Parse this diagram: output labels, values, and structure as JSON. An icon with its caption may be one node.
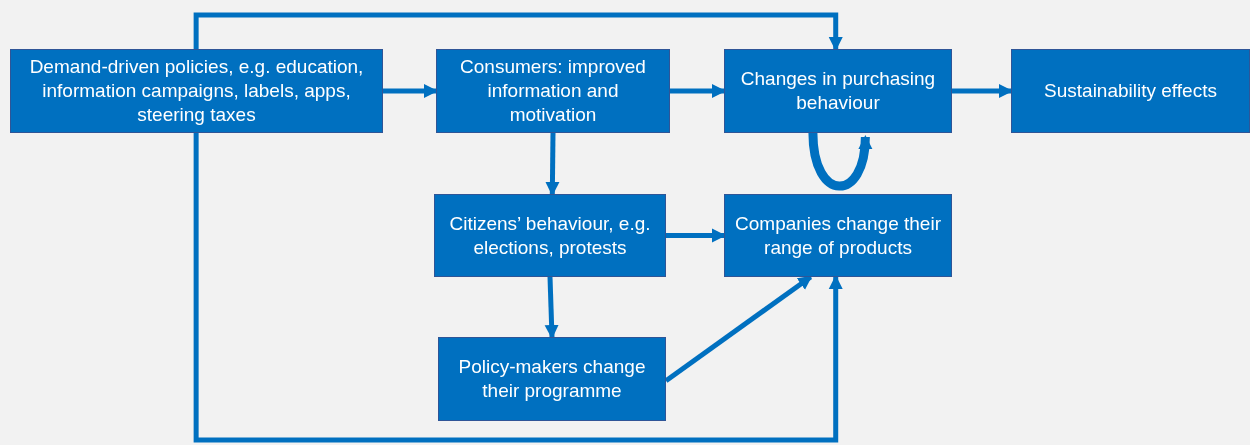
{
  "diagram": {
    "nodes": [
      {
        "text": [
          "Demand-driven policies, e.g. education, information campaigns, labels, apps, steering taxes"
        ]
      },
      {
        "text": [
          "Consumers: improved information and motivation"
        ]
      },
      {
        "text": [
          "Changes in purchasing behaviour"
        ]
      },
      {
        "text": [
          "Sustainability effects"
        ]
      },
      {
        "text": [
          "Citizens’ behaviour, e.g. elections, protests"
        ]
      },
      {
        "text": [
          "Companies change their range of products"
        ]
      },
      {
        "text": [
          "Policy-makers change their programme"
        ]
      }
    ],
    "edges": [
      {
        "from": 0,
        "to": 1,
        "arrow": "to"
      },
      {
        "from": 1,
        "to": 2,
        "arrow": "to"
      },
      {
        "from": 2,
        "to": 3,
        "arrow": "to"
      },
      {
        "from": 1,
        "to": 4,
        "arrow": "to"
      },
      {
        "from": 4,
        "to": 5,
        "arrow": "to"
      },
      {
        "from": 4,
        "to": 6,
        "arrow": "to"
      },
      {
        "from": 6,
        "to": 5,
        "arrow": "to"
      },
      {
        "from": 0,
        "to": 2,
        "arrow": "to"
      },
      {
        "from": 0,
        "to": 5,
        "arrow": "to"
      },
      {
        "from": 2,
        "to": 2,
        "arrow": "to",
        "style": "thick"
      }
    ]
  }
}
